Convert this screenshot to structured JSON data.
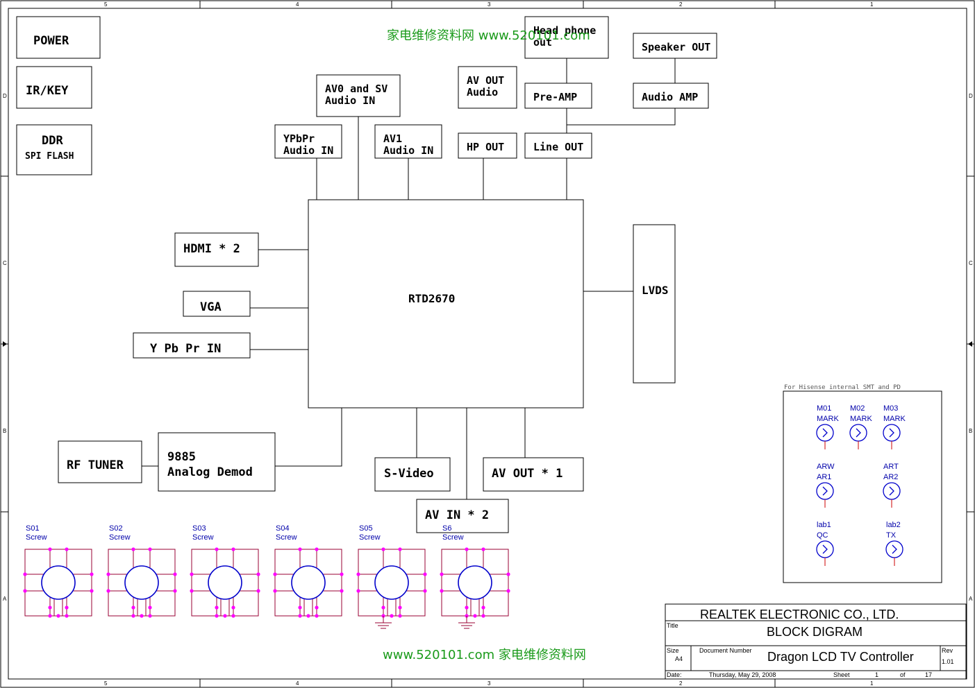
{
  "blocks": {
    "power": "POWER",
    "irkey": "IR/KEY",
    "ddr": "DDR",
    "spi_flash": "SPI FLASH",
    "hdmi": "HDMI * 2",
    "vga": "VGA",
    "ypbpr_in": "Y Pb Pr IN",
    "rf_tuner": "RF TUNER",
    "demod_line1": "9885",
    "demod_line2": "Analog Demod",
    "svideo": "S-Video",
    "av_out_1": "AV OUT * 1",
    "av_in_2": "AV IN * 2",
    "chip": "RTD2670",
    "lvds": "LVDS",
    "av0_line1": "AV0 and SV",
    "av0_line2": "Audio IN",
    "ypbpr_audio_line1": "YPbPr",
    "ypbpr_audio_line2": "Audio IN",
    "av1_line1": "AV1",
    "av1_line2": "Audio IN",
    "avout_audio_line1": "AV OUT",
    "avout_audio_line2": "Audio",
    "hp_out": "HP OUT",
    "headphone_line1": "Head phone",
    "headphone_line2": "out",
    "pre_amp": "Pre-AMP",
    "line_out": "Line OUT",
    "speaker_out": "Speaker OUT",
    "audio_amp": "Audio AMP"
  },
  "watermark": {
    "top": "家电维修资料网  www.520101.com",
    "bottom": "www.520101.com  家电维修资料网"
  },
  "ruler": {
    "columns": [
      "5",
      "4",
      "3",
      "2",
      "1"
    ],
    "rows": [
      "D",
      "C",
      "B",
      "A"
    ]
  },
  "marks_panel": {
    "note": "For Hisense internal SMT and PD",
    "marks": [
      {
        "ref": "M01",
        "val": "MARK"
      },
      {
        "ref": "M02",
        "val": "MARK"
      },
      {
        "ref": "M03",
        "val": "MARK"
      },
      {
        "ref": "ARW",
        "val": "AR1"
      },
      {
        "ref": "ART",
        "val": "AR2"
      },
      {
        "ref": "lab1",
        "val": "QC"
      },
      {
        "ref": "lab2",
        "val": "TX"
      }
    ]
  },
  "screws": [
    {
      "ref": "S01",
      "val": "Screw"
    },
    {
      "ref": "S02",
      "val": "Screw"
    },
    {
      "ref": "S03",
      "val": "Screw"
    },
    {
      "ref": "S04",
      "val": "Screw"
    },
    {
      "ref": "S05",
      "val": "Screw"
    },
    {
      "ref": "S6",
      "val": "Screw"
    }
  ],
  "title_block": {
    "company": "REALTEK  ELECTRONIC  CO.,  LTD.",
    "title_label": "Title",
    "title": "BLOCK DIGRAM",
    "size_label": "Size",
    "size": "A4",
    "docnum_label": "Document Number",
    "document": "Dragon LCD TV Controller",
    "rev_label": "Rev",
    "rev": "1.01",
    "date_label": "Date:",
    "date": "Thursday, May 29, 2008",
    "sheet_label": "Sheet",
    "sheet": "1",
    "of_label": "of",
    "total": "17"
  },
  "colors": {
    "screw_circle": "#0000cc",
    "screw_wire": "#990033",
    "screw_pin": "#ff00ff",
    "mark_wire": "#cc0000",
    "watermark": "#1a9a1a"
  }
}
